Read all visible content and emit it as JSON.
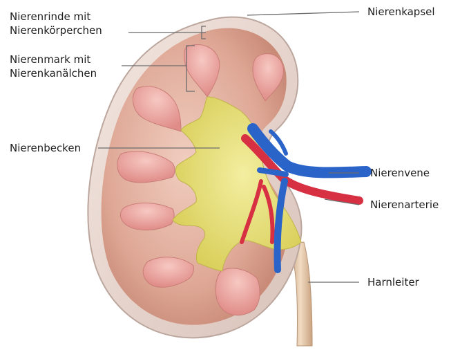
{
  "labels": {
    "cortex": {
      "line1": "Nierenrinde mit",
      "line2": "Nierenkörperchen"
    },
    "medulla": {
      "line1": "Nierenmark mit",
      "line2": "Nierenkanälchen"
    },
    "pelvis": "Nierenbecken",
    "capsule": "Nierenkapsel",
    "vein": "Nierenvene",
    "artery": "Nierenarterie",
    "ureter": "Harnleiter"
  },
  "colors": {
    "capsule_outline": "#c7b4ac",
    "cortex": "#e5b4a4",
    "medulla_pyramid": "#eca3a0",
    "pelvis": "#e6e07a",
    "vein": "#2a64c9",
    "artery": "#d63042",
    "ureter": "#e8c9a8",
    "leader_line": "#6b6b6b"
  }
}
